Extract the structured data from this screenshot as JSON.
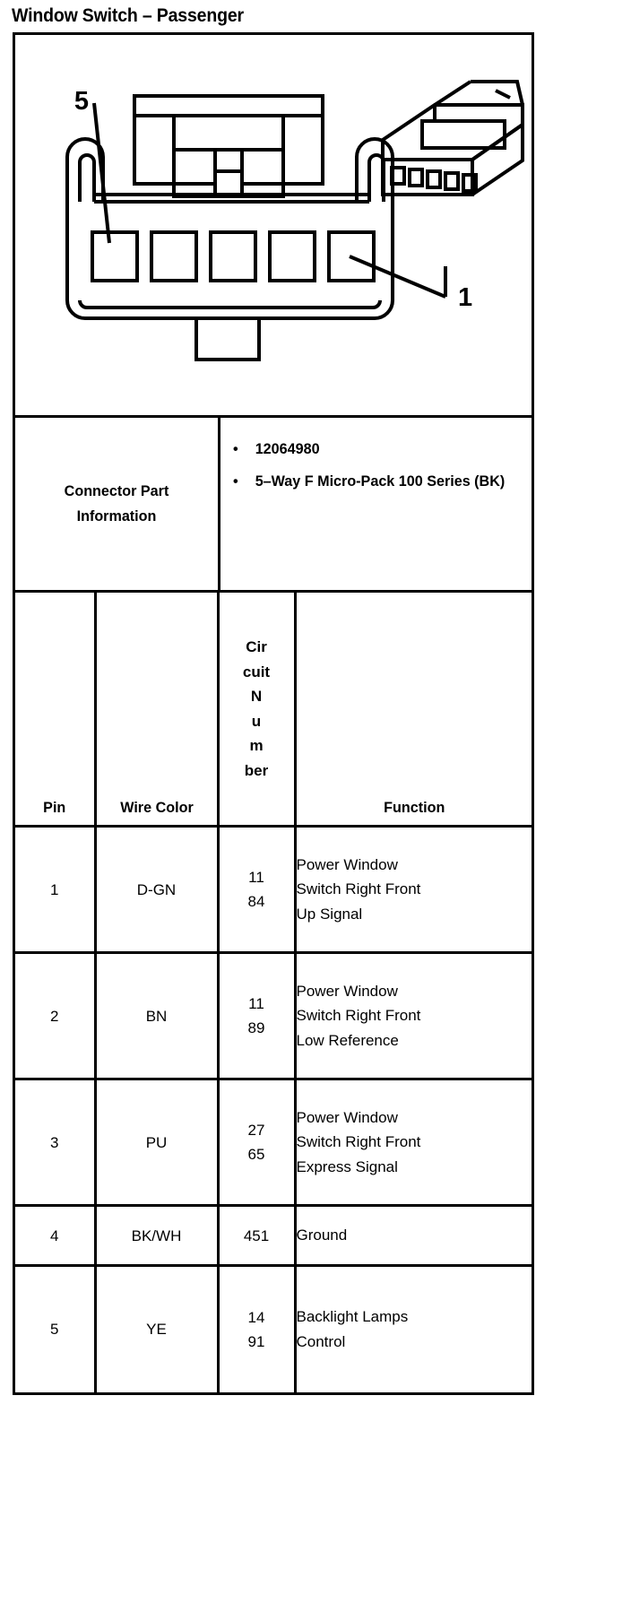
{
  "document": {
    "title": "Window Switch – Passenger"
  },
  "illustration": {
    "callouts": [
      {
        "label": "5",
        "describes": "cavity-5-leftmost"
      },
      {
        "label": "1",
        "describes": "cavity-1-rightmost"
      }
    ],
    "views": [
      {
        "name": "connector-face-view",
        "cavity_count": 5
      },
      {
        "name": "connector-isometric-view",
        "cavity_count": 5
      }
    ]
  },
  "connector_info": {
    "label": "Connector Part Information",
    "label_lines": [
      "Connector Part",
      "Information"
    ],
    "bullets": [
      {
        "marker": "•",
        "text": "12064980"
      },
      {
        "marker": "•",
        "text": "5–Way F Micro-Pack 100 Series (BK)"
      }
    ],
    "bullet_lines": [
      [
        "12064980"
      ],
      [
        "5–Way F Micro-Pack",
        "100 Series (BK)"
      ]
    ]
  },
  "pin_table": {
    "headers": {
      "pin": "Pin",
      "wire_color": "Wire Color",
      "wire_color_lines": [
        "Wire",
        "Color"
      ],
      "circuit_number": "Circuit Number",
      "circuit_number_lines": [
        "Cir",
        "cuit",
        "N",
        "u",
        "m",
        "ber"
      ],
      "function": "Function"
    },
    "rows": [
      {
        "pin": "1",
        "wire_color": "D-GN",
        "circuit_number": "1184",
        "circuit_lines": [
          "11",
          "84"
        ],
        "function": "Power Window Switch Right Front Up Signal",
        "function_lines": [
          "Power Window",
          "Switch Right Front",
          "Up Signal"
        ]
      },
      {
        "pin": "2",
        "wire_color": "BN",
        "circuit_number": "1189",
        "circuit_lines": [
          "11",
          "89"
        ],
        "function": "Power Window Switch Right Front Low Reference",
        "function_lines": [
          "Power Window",
          "Switch Right Front",
          "Low Reference"
        ]
      },
      {
        "pin": "3",
        "wire_color": "PU",
        "circuit_number": "2765",
        "circuit_lines": [
          "27",
          "65"
        ],
        "function": "Power Window Switch Right Front Express Signal",
        "function_lines": [
          "Power Window",
          "Switch Right Front",
          "Express Signal"
        ]
      },
      {
        "pin": "4",
        "wire_color": "BK/WH",
        "circuit_number": "451",
        "circuit_lines": [
          "451"
        ],
        "function": "Ground",
        "function_lines": [
          "Ground"
        ]
      },
      {
        "pin": "5",
        "wire_color": "YE",
        "circuit_number": "1491",
        "circuit_lines": [
          "14",
          "91"
        ],
        "function": "Backlight Lamps Control",
        "function_lines": [
          "Backlight Lamps",
          "Control"
        ]
      }
    ]
  },
  "colors": {
    "ink": "#000000",
    "paper": "#ffffff"
  }
}
